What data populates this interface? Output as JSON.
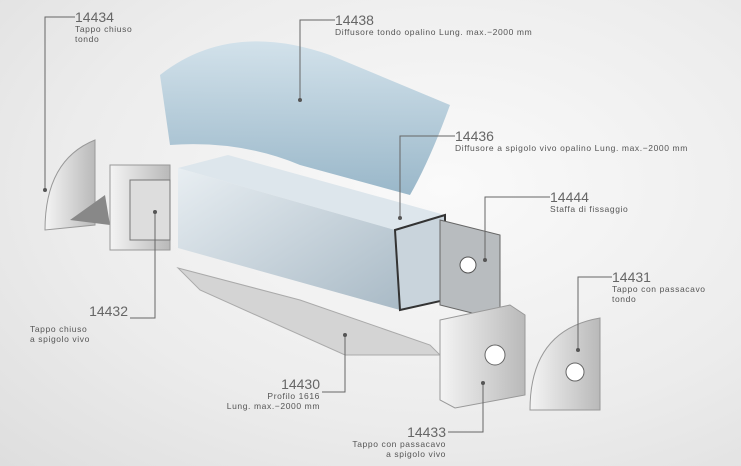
{
  "parts": [
    {
      "code": "14434",
      "lines": [
        "Tappo chiuso",
        "tondo"
      ]
    },
    {
      "code": "14438",
      "lines": [
        "Diffusore tondo opalino Lung. max.−2000 mm"
      ]
    },
    {
      "code": "14436",
      "lines": [
        "Diffusore a spigolo vivo opalino Lung. max.−2000 mm"
      ]
    },
    {
      "code": "14444",
      "lines": [
        "Staffa di fissaggio"
      ]
    },
    {
      "code": "14431",
      "lines": [
        "Tappo con passacavo",
        "tondo"
      ]
    },
    {
      "code": "14432",
      "lines": [
        "Tappo chiuso",
        "a spigolo vivo"
      ]
    },
    {
      "code": "14430",
      "lines": [
        "Profilo 1616",
        "Lung. max.−2000 mm"
      ]
    },
    {
      "code": "14433",
      "lines": [
        "Tappo con passacavo",
        "a spigolo vivo"
      ]
    }
  ]
}
